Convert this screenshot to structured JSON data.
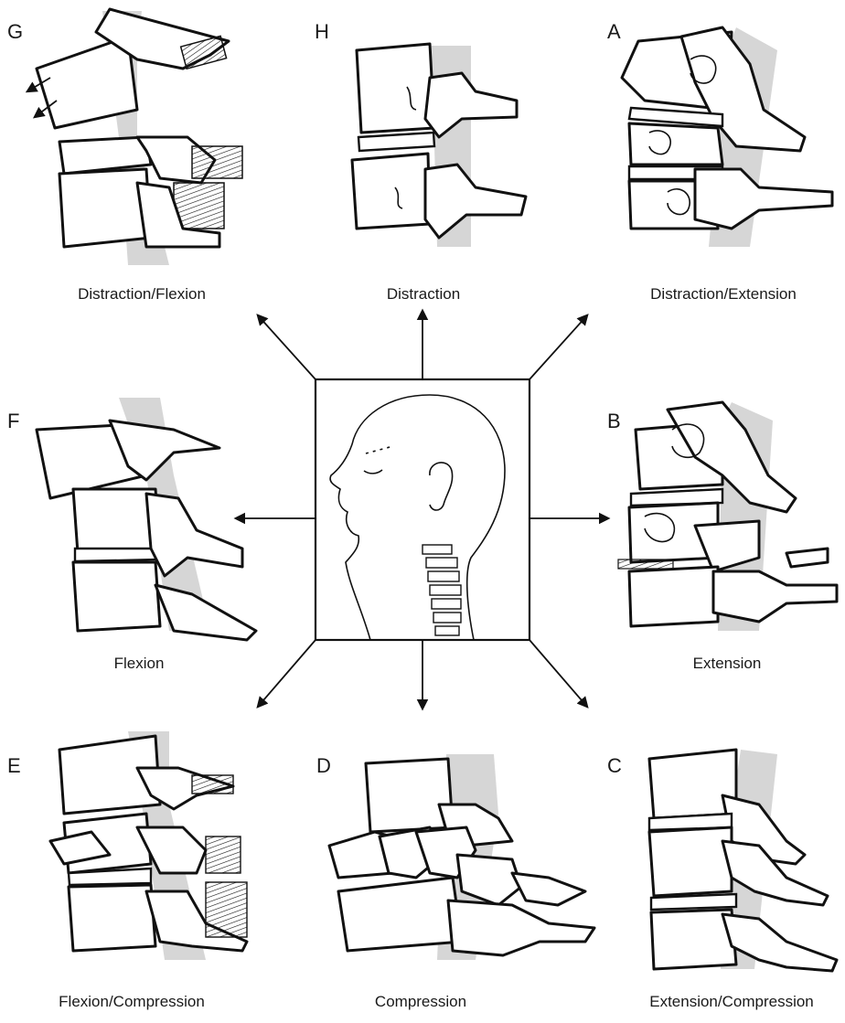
{
  "panels": [
    {
      "letter": "G",
      "caption": "Distraction/Flexion"
    },
    {
      "letter": "H",
      "caption": "Distraction"
    },
    {
      "letter": "A",
      "caption": "Distraction/Extension"
    },
    {
      "letter": "F",
      "caption": "Flexion"
    },
    {
      "letter": "B",
      "caption": "Extension"
    },
    {
      "letter": "E",
      "caption": "Flexion/Compression"
    },
    {
      "letter": "D",
      "caption": "Compression"
    },
    {
      "letter": "C",
      "caption": "Extension/Compression"
    }
  ],
  "colors": {
    "line": "#111111",
    "cord": "#d6d6d6",
    "background": "#ffffff"
  }
}
